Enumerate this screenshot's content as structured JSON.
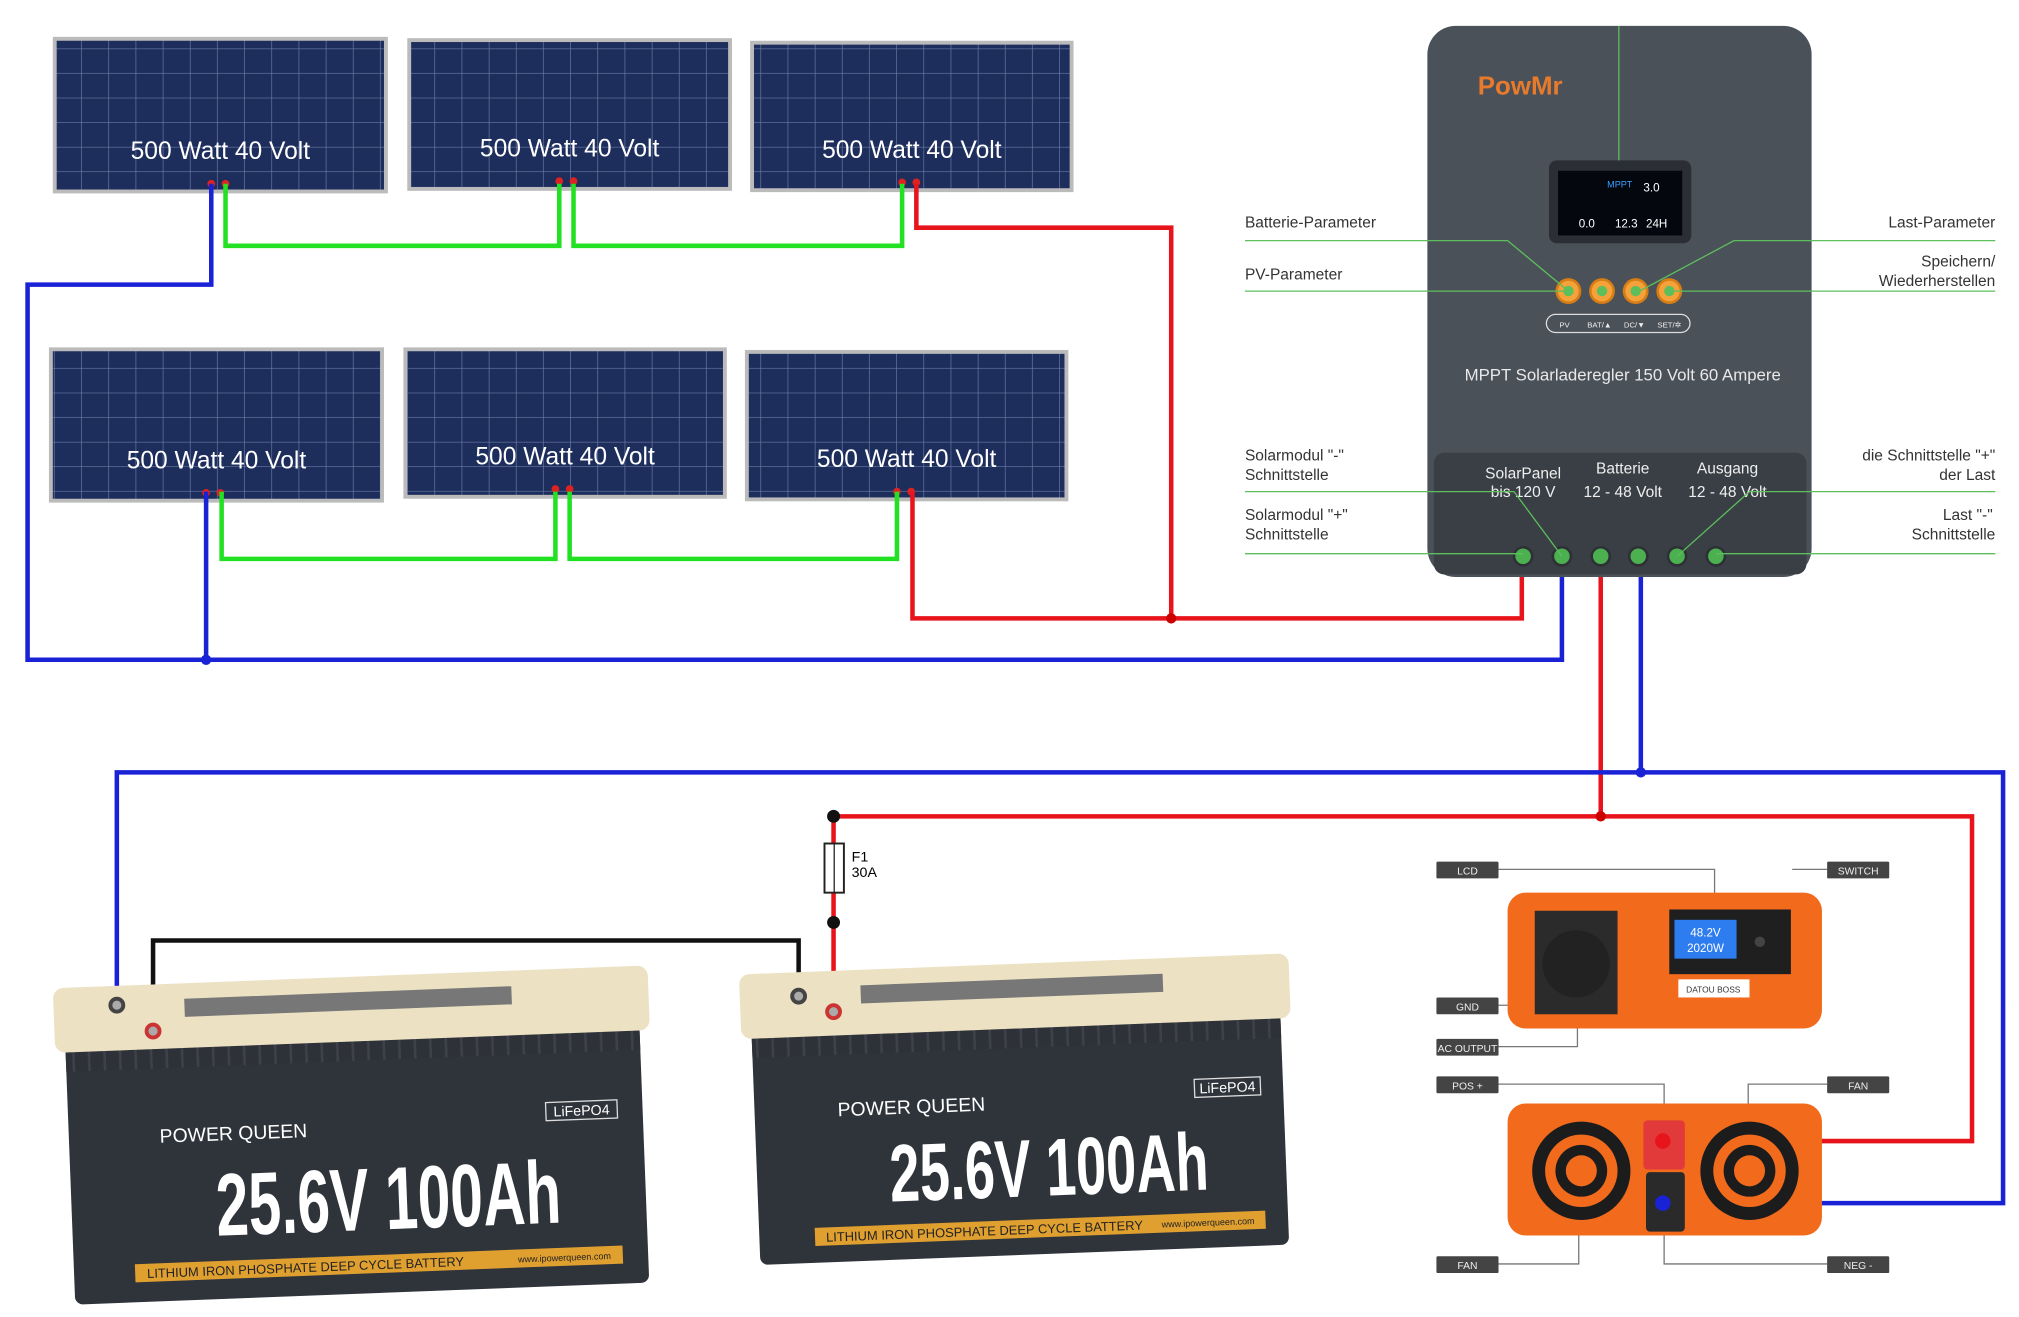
{
  "panels": [
    {
      "label": "500 Watt 40 Volt"
    },
    {
      "label": "500 Watt 40 Volt"
    },
    {
      "label": "500 Watt 40 Volt"
    },
    {
      "label": "500 Watt 40 Volt"
    },
    {
      "label": "500 Watt 40 Volt"
    },
    {
      "label": "500 Watt 40 Volt"
    }
  ],
  "controller": {
    "brand": "PowMr",
    "title": "MPPT Solarladeregler 150 Volt 60 Ampere",
    "lcd": {
      "top": "MPPT",
      "value_a": "3.0",
      "pv": "0.0",
      "bat": "12.3",
      "load": "24H"
    },
    "buttons": [
      "PV",
      "BAT/▲",
      "DC/▼",
      "SET/✲"
    ],
    "ports": {
      "solar": {
        "line1": "SolarPanel",
        "line2": "bis 120 V"
      },
      "battery": {
        "line1": "Batterie",
        "line2": "12 - 48 Volt"
      },
      "output": {
        "line1": "Ausgang",
        "line2": "12 - 48 Volt"
      }
    },
    "callouts": {
      "battery_param": "Batterie-Parameter",
      "pv_param": "PV-Parameter",
      "load_param": "Last-Parameter",
      "save_1": "Speichern/",
      "save_2": "Wiederherstellen",
      "solar_neg_1": "Solarmodul \"-\"",
      "solar_neg_2": "Schnittstelle",
      "solar_pos_1": "Solarmodul \"+\"",
      "solar_pos_2": "Schnittstelle",
      "load_pos_1": "die Schnittstelle \"+\"",
      "load_pos_2": "der Last",
      "load_neg_1": "Last \"-\"",
      "load_neg_2": "Schnittstelle"
    }
  },
  "fuse": {
    "name": "F1",
    "rating": "30A"
  },
  "batteries": [
    {
      "brand": "POWER QUEEN",
      "rating": "25.6V 100Ah",
      "chem": "LiFePO4",
      "strip": "LITHIUM IRON PHOSPHATE DEEP CYCLE BATTERY",
      "url": "www.ipowerqueen.com"
    },
    {
      "brand": "POWER QUEEN",
      "rating": "25.6V 100Ah",
      "chem": "LiFePO4",
      "strip": "LITHIUM IRON PHOSPHATE DEEP CYCLE BATTERY",
      "url": "www.ipowerqueen.com"
    }
  ],
  "inverter": {
    "lcd_v": "48.2V",
    "lcd_w": "2020W",
    "badge": "DATOU BOSS",
    "labels": {
      "lcd": "LCD",
      "switch": "SWITCH",
      "gnd": "GND",
      "ac_output": "AC OUTPUT",
      "pos": "POS +",
      "fan_right": "FAN",
      "fan_left": "FAN",
      "neg": "NEG -"
    }
  },
  "colors": {
    "positive": "#e8141b",
    "negative": "#1a22d6",
    "series": "#22e022",
    "link": "#111111",
    "callout": "#5cbf5c",
    "orange": "#f26b1d"
  }
}
